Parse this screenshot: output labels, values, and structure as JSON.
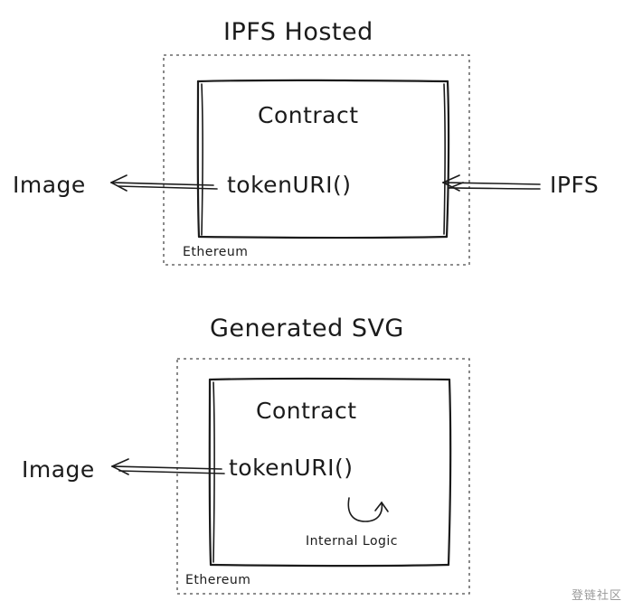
{
  "page": {
    "background": "#ffffff",
    "ink": "#1b1b1b",
    "watermark": "登链社区"
  },
  "diagrams": [
    {
      "id": "ipfs-hosted",
      "title": "IPFS Hosted",
      "outer_box_label": "Ethereum",
      "contract_box": {
        "line1": "Contract",
        "line2": "tokenURI()"
      },
      "left_label": "Image",
      "right_label": "IPFS",
      "arrows": [
        {
          "name": "contract-to-image",
          "direction": "left"
        },
        {
          "name": "ipfs-to-contract",
          "direction": "left"
        }
      ]
    },
    {
      "id": "generated-svg",
      "title": "Generated SVG",
      "outer_box_label": "Ethereum",
      "contract_box": {
        "line1": "Contract",
        "line2": "tokenURI()",
        "internal_label": "Internal Logic"
      },
      "left_label": "Image",
      "arrows": [
        {
          "name": "contract-to-image",
          "direction": "left"
        },
        {
          "name": "internal-logic-loop",
          "direction": "loop"
        }
      ]
    }
  ]
}
